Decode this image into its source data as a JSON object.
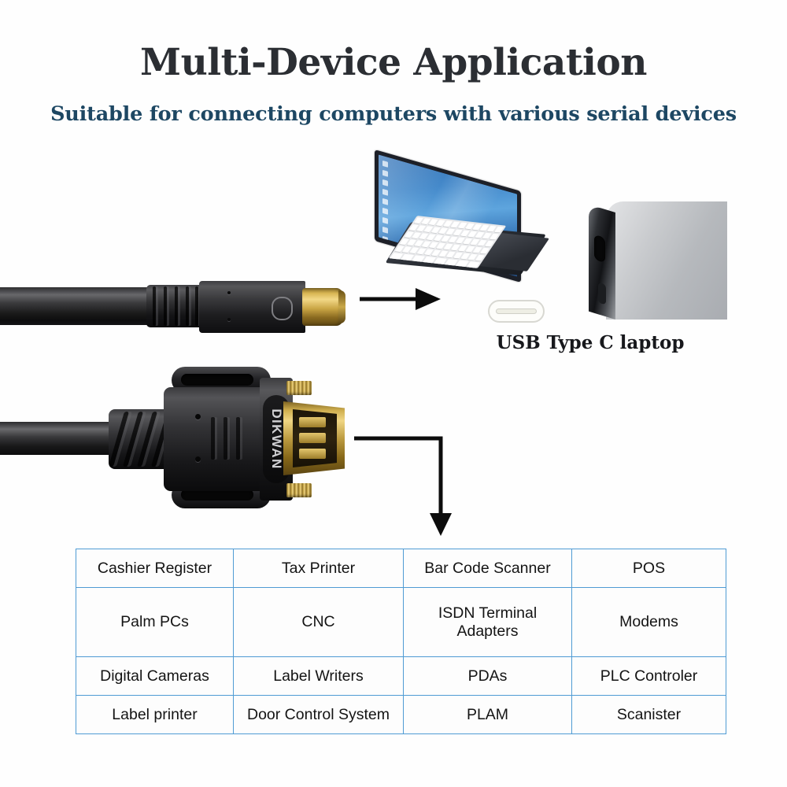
{
  "header": {
    "title": "Multi-Device Application",
    "subtitle": "Suitable for connecting computers with various serial devices",
    "title_color": "#2b2e33",
    "subtitle_color": "#1d4763"
  },
  "callout": {
    "port_label": "USB Type C laptop",
    "port_icon": "usb-type-c-port-icon"
  },
  "cable": {
    "brand": "DIKWAN",
    "usbc_connector_name": "usb-type-c-connector",
    "serial_connector_name": "db9-serial-connector"
  },
  "devices": {
    "name": "compatible-devices-table",
    "border_color": "#4f9bd4",
    "rows": [
      [
        "Cashier Register",
        "Tax Printer",
        "Bar Code Scanner",
        "POS"
      ],
      [
        "Palm PCs",
        "CNC",
        "ISDN Terminal Adapters",
        "Modems"
      ],
      [
        "Digital Cameras",
        "Label Writers",
        "PDAs",
        "PLC Controler"
      ],
      [
        "Label printer",
        "Door Control System",
        "PLAM",
        "Scanister"
      ]
    ]
  },
  "arrows": [
    {
      "name": "arrow-usbc-to-laptop",
      "direction": "right"
    },
    {
      "name": "arrow-serial-to-devices",
      "direction": "down-elbow"
    }
  ]
}
